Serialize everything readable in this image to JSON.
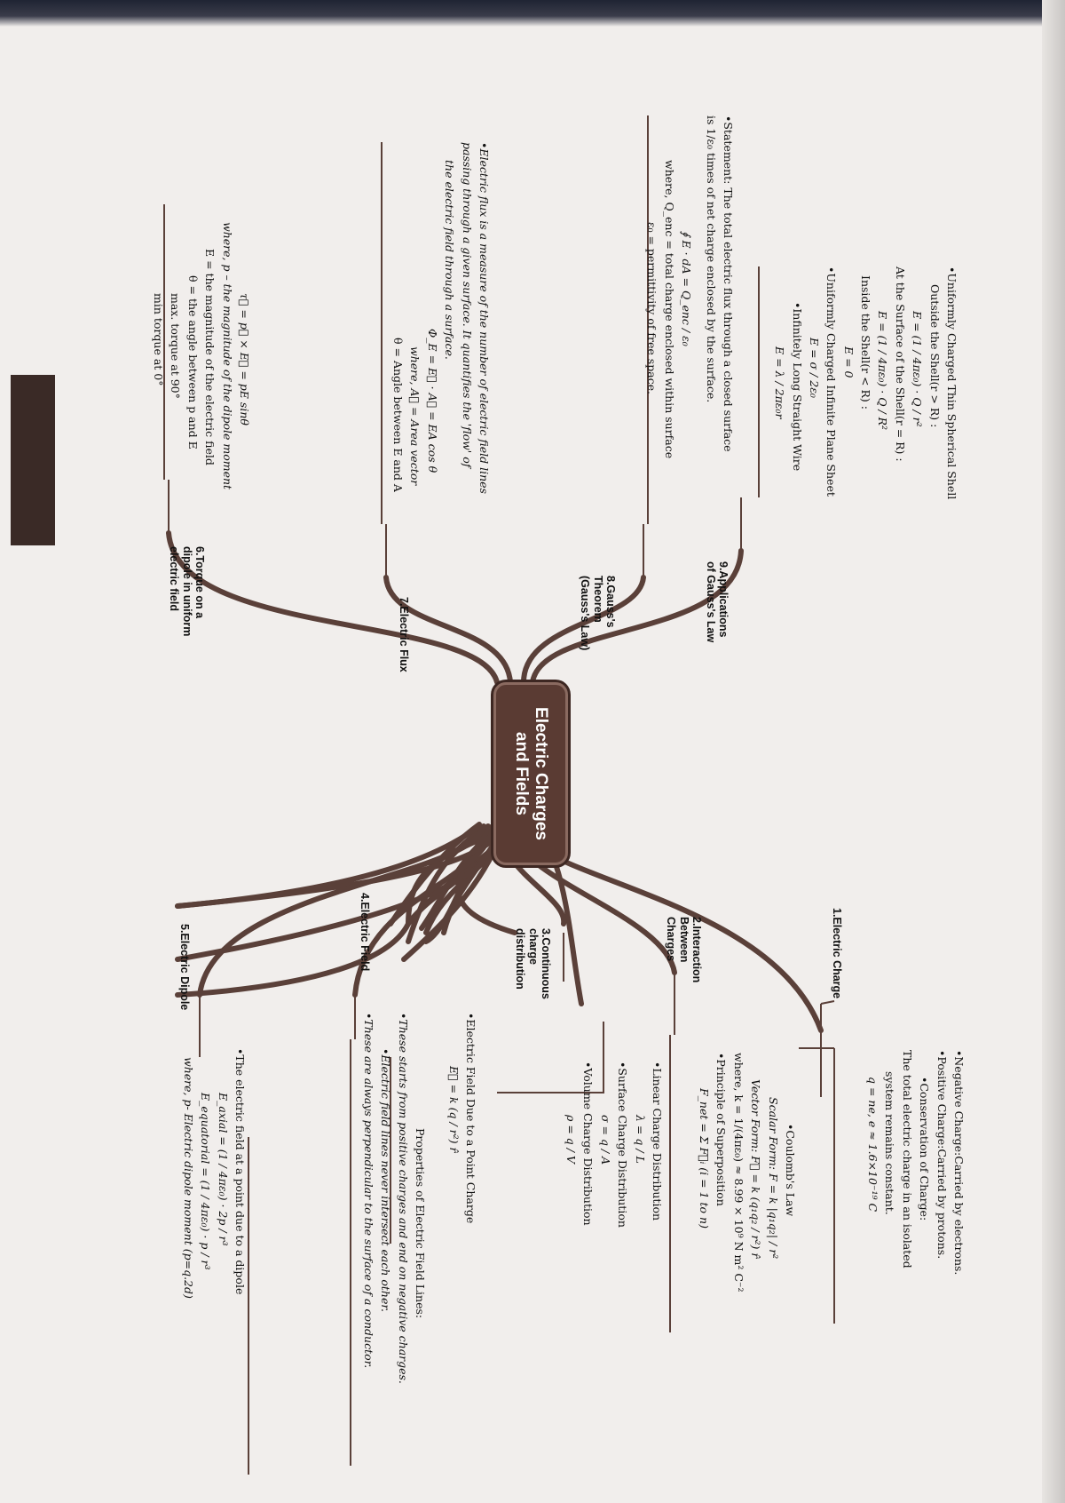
{
  "center": {
    "line1": "Electric Charges",
    "line2": "and Fields"
  },
  "branches": {
    "b1": "1.Electric Charge",
    "b2": [
      "2.Interaction",
      "Between",
      "Charges"
    ],
    "b3": [
      "3.Continuous",
      "charge",
      "distribution"
    ],
    "b4": "4.Electric Field",
    "b5": "5.Electric Dipole",
    "b6": [
      "6.Torque on a",
      "dipole in uniform",
      "electric field"
    ],
    "b7": "7.Electric Flux",
    "b8": [
      "8.Gauss's",
      "Theorem",
      "(Gauss's Law)"
    ],
    "b9": [
      "9.Applications",
      "of Gauss's Law"
    ]
  },
  "b1_content": {
    "neg": "•Negative Charge:Carried by electrons.",
    "pos": "•Positive Charge:Carried by protons.",
    "cons_title": "•Conservation of Charge:",
    "cons_1": "The total electric charge in an isolated",
    "cons_2": "system remains constant.",
    "quant": "q = ne, e ≈ 1.6×10⁻¹⁹ C"
  },
  "b2_content": {
    "coulomb": "•Coulomb's Law",
    "scalar": "Scalar Form: F = k |q₁q₂| / r²",
    "vector": "Vector Form: F⃗ = k (q₁q₂ / r²) r̂",
    "where_k": "where, k = 1/(4πε₀) ≈ 8.99 × 10⁹ N m² C⁻²",
    "superposition": "•Principle of Superposition",
    "fnet": "F_net = Σ F⃗ᵢ (i = 1 to n)"
  },
  "b3_content": {
    "linear": "•Linear Charge Distribution",
    "linear_f": "λ = q / L",
    "surface": "•Surface Charge Distribution",
    "surface_f": "σ = q / A",
    "volume": "•Volume Charge Distribution",
    "volume_f": "ρ = q / V"
  },
  "b4_content": {
    "point": "•Electric Field Due to a Point Charge",
    "point_f": "E⃗ = k (q / r²) r̂",
    "props": "Properties of Electric Field Lines:",
    "p1": "•These starts from positive charges and end on negative charges.",
    "p2": "•Electric field lines never intersect each other.",
    "p3": "•These are always perpendicular to the surface of a conductor."
  },
  "b5_content": {
    "dip": "•The electric field at a point due to a dipole",
    "axial": "E_axial = (1 / 4πε₀) · 2p / r³",
    "equat": "E_equatorial = (1 / 4πε₀) · p / r³",
    "where": "where, p- Electric dipole moment (p=q.2d)"
  },
  "b6_content": {
    "tau": "τ⃗ = p⃗ × E⃗ = pE sinθ",
    "w1": "where, p – the magnitude of the dipole moment",
    "w2": "E = the magnitude of the electric field",
    "w3": "θ = the angle between p and E",
    "w4": "max. torque at 90°",
    "w5": "min torque at 0°"
  },
  "b7_content": {
    "d1": "•Electric flux is a measure of the number of electric field lines",
    "d2": "passing through a given surface. It quantifies the 'flow' of",
    "d3": "the electric field through a surface.",
    "phi": "Φ_E = E⃗ · A⃗ = EA cos θ",
    "w1": "where, A⃗ = Area vector",
    "w2": "θ = Angle between E and A"
  },
  "b8_content": {
    "s1": "•Statement: The total electric flux through a closed surface",
    "s2": "is 1/ε₀ times of net charge enclosed by the surface.",
    "law": "∮ E · dA = Q_enc / ε₀",
    "w1": "where, Q_enc = total charge enclosed within surface",
    "w2": "ε₀ = permittivity of free space."
  },
  "b9_content": {
    "shell": "•Uniformly Charged Thin Spherical Shell",
    "out": "Outside the Shell(r > R) :",
    "out_f": "E = (1 / 4πε₀) · Q / r²",
    "at": "At the Surface of the Shell(r = R) :",
    "at_f": "E = (1 / 4πε₀) · Q / R²",
    "in": "Inside the Shell(r < R) :",
    "in_f": "E = 0",
    "plane": "•Uniformly Charged Infinite Plane Sheet",
    "plane_f": "E = σ / 2ε₀",
    "wire": "•Infinitely Long Straight Wire",
    "wire_f": "E = λ / 2πε₀r"
  }
}
